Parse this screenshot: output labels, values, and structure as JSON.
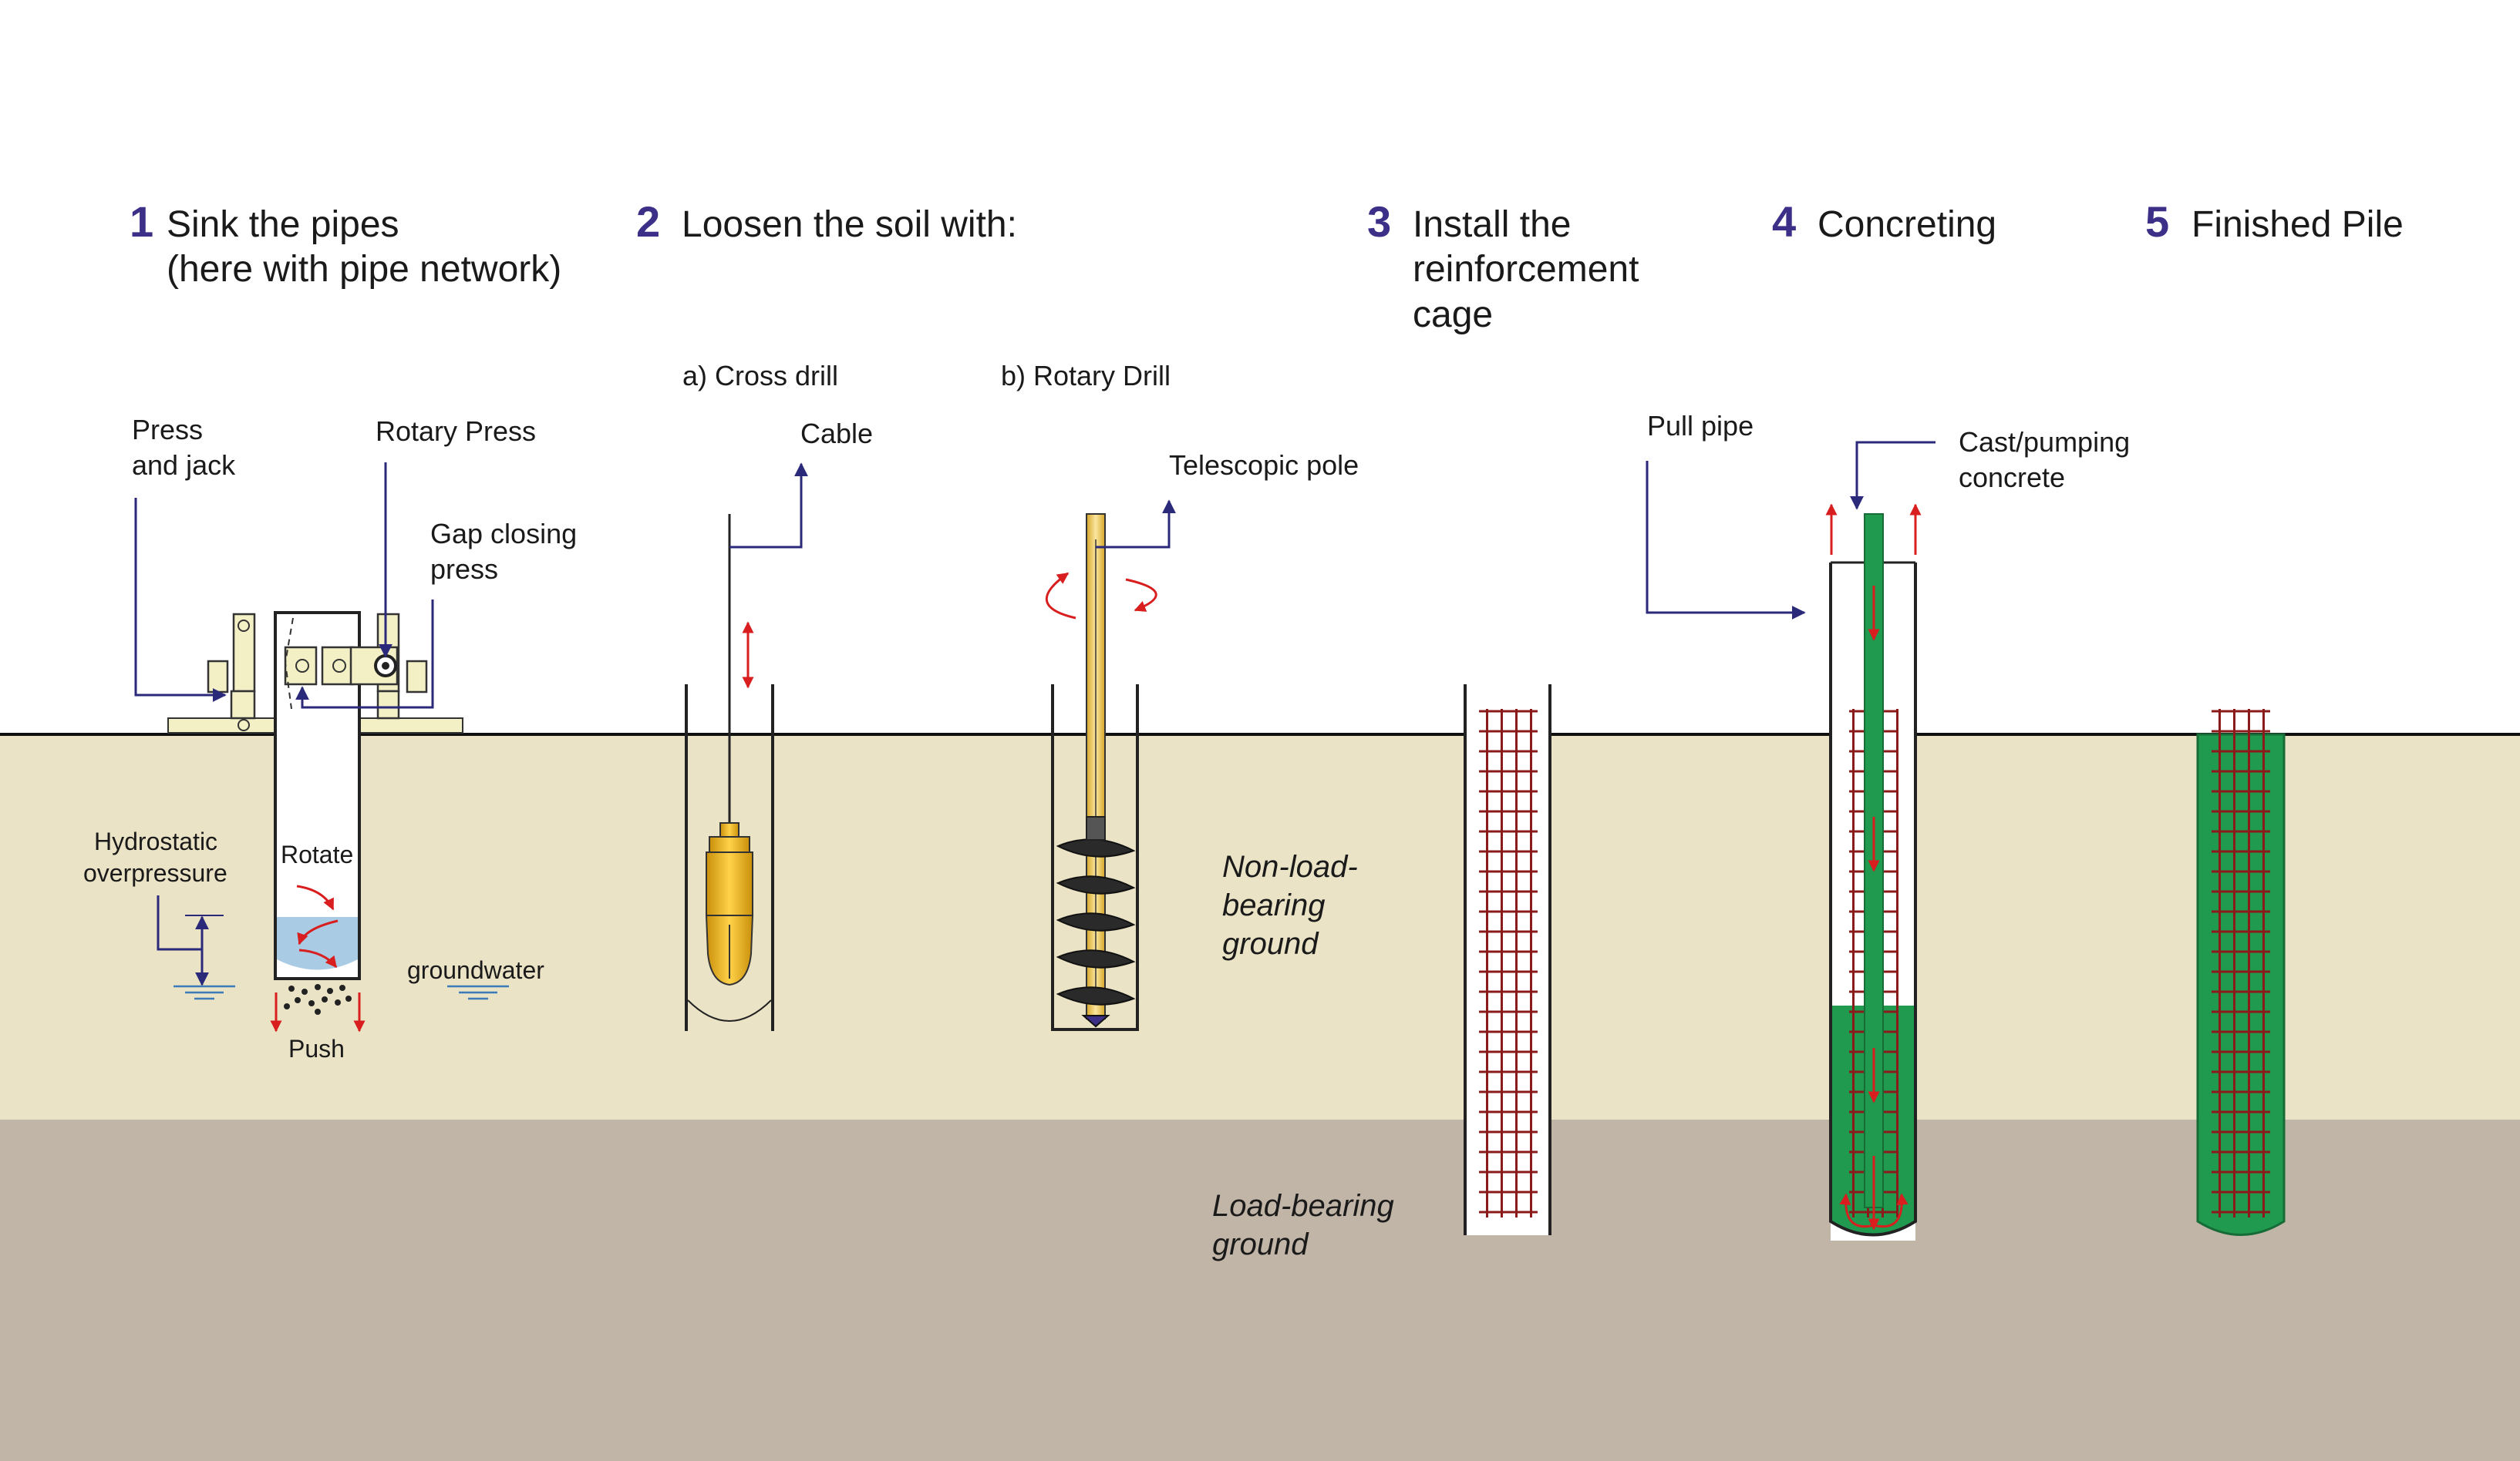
{
  "steps": [
    {
      "number": "1",
      "line1": "Sink the pipes",
      "line2": "(here with pipe network)"
    },
    {
      "number": "2",
      "line1": "Loosen the soil with:"
    },
    {
      "number": "3",
      "line1": "Install the",
      "line2": "reinforcement",
      "line3": "cage"
    },
    {
      "number": "4",
      "line1": "Concreting"
    },
    {
      "number": "5",
      "line1": "Finished Pile"
    }
  ],
  "labels": {
    "press_jack_1": "Press",
    "press_jack_2": "and jack",
    "rotary_press": "Rotary Press",
    "gap_closing_1": "Gap closing",
    "gap_closing_2": "press",
    "hydrostatic_1": "Hydrostatic",
    "hydrostatic_2": "overpressure",
    "rotate": "Rotate",
    "groundwater": "groundwater",
    "push": "Push",
    "cross_drill": "a) Cross drill",
    "rotary_drill": "b) Rotary Drill",
    "cable": "Cable",
    "telescopic_pole": "Telescopic pole",
    "non_load_1": "Non-load-",
    "non_load_2": "bearing",
    "non_load_3": "ground",
    "load_1": "Load-bearing",
    "load_2": "ground",
    "pull_pipe": "Pull pipe",
    "cast_1": "Cast/pumping",
    "cast_2": "concrete"
  },
  "colors": {
    "upper_ground": "#ebe3c6",
    "lower_ground": "#c1b5a7",
    "concrete": "#1f9a4e",
    "rebar": "#8b1a1a",
    "water": "#a9cbe4",
    "machine": "#f3f0c5",
    "step_number": "#3b2f87",
    "arrow_red": "#d81e1e",
    "arrow_blue": "#2b2a7a"
  },
  "icons": [
    "rotation-arrow-icon",
    "groundwater-icon",
    "drill-bit-icon",
    "auger-icon"
  ]
}
